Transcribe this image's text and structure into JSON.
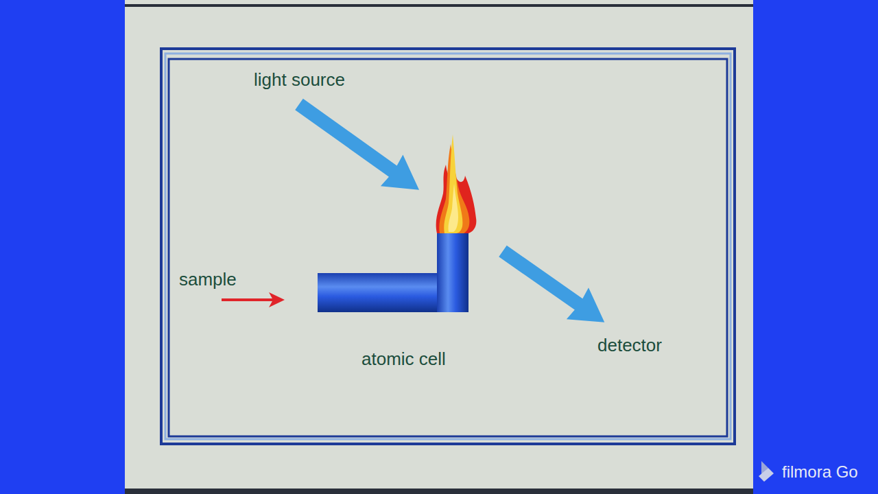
{
  "diagram": {
    "labels": [
      "light source",
      "sample",
      "atomic cell",
      "detector",
      "filmora Go"
    ]
  }
}
